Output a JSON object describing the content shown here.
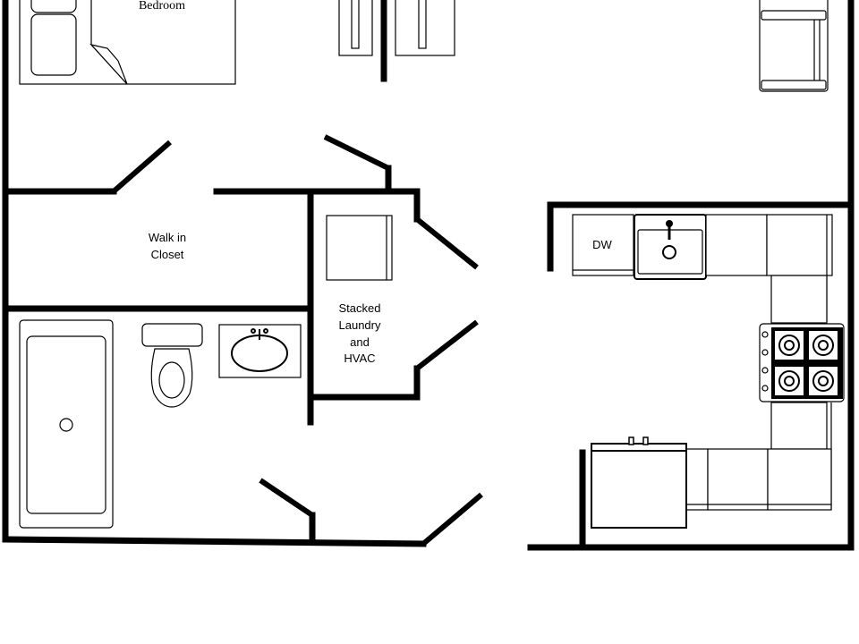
{
  "labels": {
    "bedroom": "Bedroom",
    "walk_in_line1": "Walk in",
    "walk_in_line2": "Closet",
    "laundry_line1": "Stacked",
    "laundry_line2": "Laundry",
    "laundry_line3": "and",
    "laundry_line4": "HVAC",
    "dishwasher": "DW"
  },
  "colors": {
    "wall": "#000000",
    "background": "#ffffff"
  }
}
